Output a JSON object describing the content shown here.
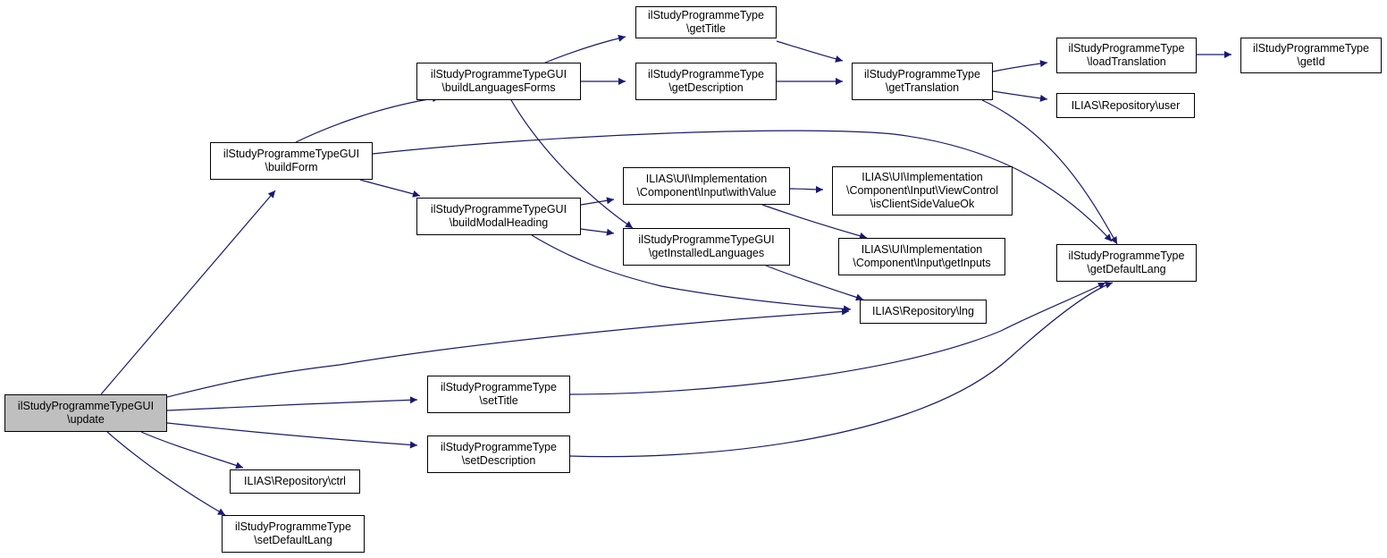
{
  "colors": {
    "edge": "#191970",
    "root_fill": "#bfbfbf",
    "node_fill": "#ffffff",
    "border": "#000000"
  },
  "nodes": [
    {
      "id": "n_update",
      "lines": [
        "ilStudyProgrammeTypeGUI",
        "\\update"
      ],
      "root": true
    },
    {
      "id": "n_buildForm",
      "lines": [
        "ilStudyProgrammeTypeGUI",
        "\\buildForm"
      ]
    },
    {
      "id": "n_buildLang",
      "lines": [
        "ilStudyProgrammeTypeGUI",
        "\\buildLanguagesForms"
      ]
    },
    {
      "id": "n_buildModal",
      "lines": [
        "ilStudyProgrammeTypeGUI",
        "\\buildModalHeading"
      ]
    },
    {
      "id": "n_getTitle",
      "lines": [
        "ilStudyProgrammeType",
        "\\getTitle"
      ]
    },
    {
      "id": "n_getDesc",
      "lines": [
        "ilStudyProgrammeType",
        "\\getDescription"
      ]
    },
    {
      "id": "n_getTrans",
      "lines": [
        "ilStudyProgrammeType",
        "\\getTranslation"
      ]
    },
    {
      "id": "n_loadTrans",
      "lines": [
        "ilStudyProgrammeType",
        "\\loadTranslation"
      ]
    },
    {
      "id": "n_getId",
      "lines": [
        "ilStudyProgrammeType",
        "\\getId"
      ]
    },
    {
      "id": "n_user",
      "lines": [
        "ILIAS\\Repository\\user"
      ]
    },
    {
      "id": "n_withValue",
      "lines": [
        "ILIAS\\UI\\Implementation",
        "\\Component\\Input\\withValue"
      ]
    },
    {
      "id": "n_isClient",
      "lines": [
        "ILIAS\\UI\\Implementation",
        "\\Component\\Input\\ViewControl",
        "\\isClientSideValueOk"
      ]
    },
    {
      "id": "n_getInst",
      "lines": [
        "ilStudyProgrammeTypeGUI",
        "\\getInstalledLanguages"
      ]
    },
    {
      "id": "n_getInputs",
      "lines": [
        "ILIAS\\UI\\Implementation",
        "\\Component\\Input\\getInputs"
      ]
    },
    {
      "id": "n_getDefLang",
      "lines": [
        "ilStudyProgrammeType",
        "\\getDefaultLang"
      ]
    },
    {
      "id": "n_lng",
      "lines": [
        "ILIAS\\Repository\\lng"
      ]
    },
    {
      "id": "n_setTitle",
      "lines": [
        "ilStudyProgrammeType",
        "\\setTitle"
      ]
    },
    {
      "id": "n_setDesc",
      "lines": [
        "ilStudyProgrammeType",
        "\\setDescription"
      ]
    },
    {
      "id": "n_ctrl",
      "lines": [
        "ILIAS\\Repository\\ctrl"
      ]
    },
    {
      "id": "n_setDefLang",
      "lines": [
        "ilStudyProgrammeType",
        "\\setDefaultLang"
      ]
    }
  ],
  "edges": [
    [
      "n_update",
      "n_buildForm"
    ],
    [
      "n_update",
      "n_lng"
    ],
    [
      "n_update",
      "n_setTitle"
    ],
    [
      "n_update",
      "n_setDesc"
    ],
    [
      "n_update",
      "n_ctrl"
    ],
    [
      "n_update",
      "n_setDefLang"
    ],
    [
      "n_buildForm",
      "n_buildLang"
    ],
    [
      "n_buildForm",
      "n_buildModal"
    ],
    [
      "n_buildForm",
      "n_getDefLang"
    ],
    [
      "n_buildLang",
      "n_getTitle"
    ],
    [
      "n_buildLang",
      "n_getDesc"
    ],
    [
      "n_buildLang",
      "n_getInst"
    ],
    [
      "n_getTitle",
      "n_getTrans"
    ],
    [
      "n_getDesc",
      "n_getTrans"
    ],
    [
      "n_getTrans",
      "n_loadTrans"
    ],
    [
      "n_getTrans",
      "n_user"
    ],
    [
      "n_getTrans",
      "n_getDefLang"
    ],
    [
      "n_loadTrans",
      "n_getId"
    ],
    [
      "n_buildModal",
      "n_withValue"
    ],
    [
      "n_buildModal",
      "n_getInst"
    ],
    [
      "n_buildModal",
      "n_lng"
    ],
    [
      "n_withValue",
      "n_isClient"
    ],
    [
      "n_withValue",
      "n_getInputs"
    ],
    [
      "n_getInst",
      "n_lng"
    ],
    [
      "n_setTitle",
      "n_getDefLang"
    ],
    [
      "n_setDesc",
      "n_getDefLang"
    ]
  ]
}
